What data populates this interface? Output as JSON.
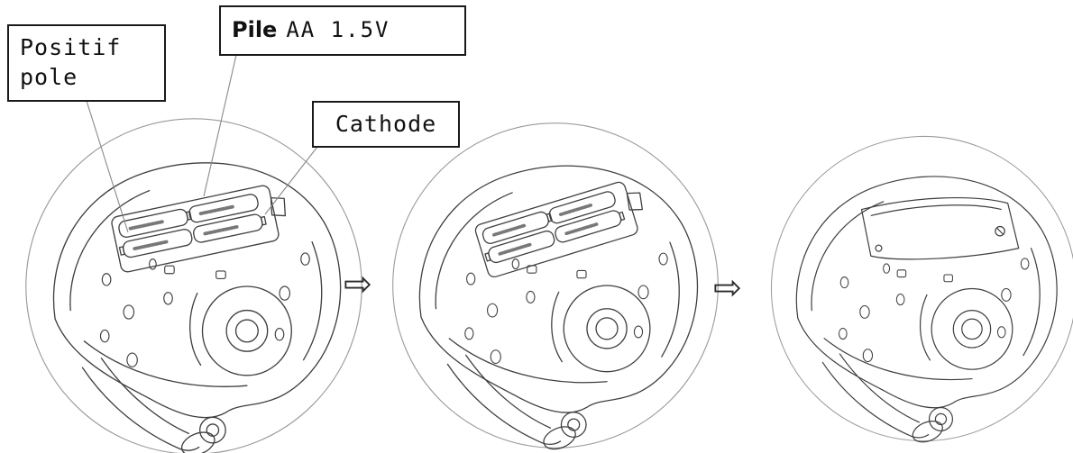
{
  "labels": {
    "positive_pole": "Positif pole",
    "battery_bold": "Pile",
    "battery_rest": "AA 1.5V",
    "cathode": "Cathode"
  },
  "arrows": {
    "glyph": "⇨"
  },
  "colors": {
    "line": "#3f3f3f",
    "circle": "#9a9a9a",
    "border": "#1a1a1a",
    "background": "#ffffff"
  }
}
